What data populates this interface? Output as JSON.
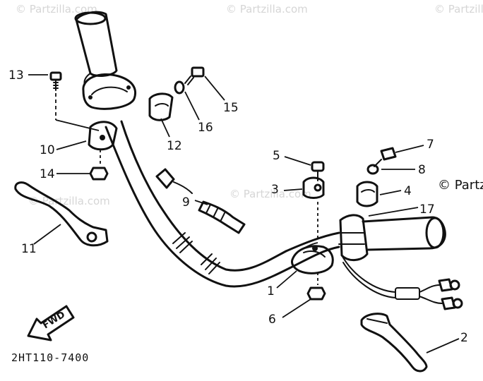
{
  "callouts": {
    "c1": "1",
    "c2": "2",
    "c3": "3",
    "c4": "4",
    "c5": "5",
    "c6": "6",
    "c7": "7",
    "c8": "8",
    "c9": "9",
    "c10": "10",
    "c11": "11",
    "c12": "12",
    "c13": "13",
    "c14": "14",
    "c15": "15",
    "c16": "16",
    "c17": "17"
  },
  "diagram_code": "2HT110-7400",
  "fwd_label": "FWD",
  "watermark": "© Partzilla.com",
  "watermark_right": "© Partzilla"
}
